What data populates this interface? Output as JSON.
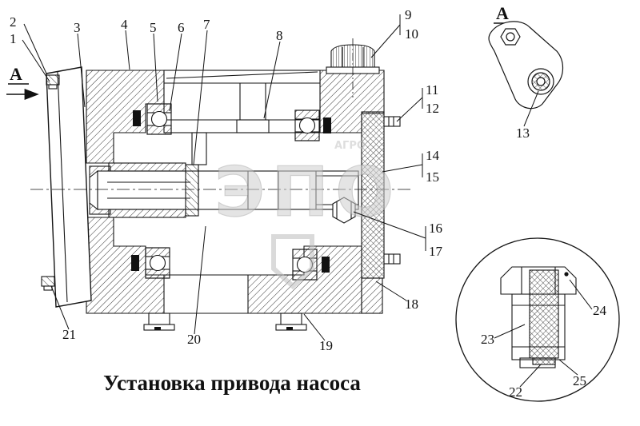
{
  "caption": "Установка привода насоса",
  "views": {
    "arrow_label": "А",
    "detail_label": "А"
  },
  "watermark": {
    "text": "ЭПО",
    "small_text": "АГРО"
  },
  "callouts": {
    "c1": "1",
    "c2": "2",
    "c3": "3",
    "c4": "4",
    "c5": "5",
    "c6": "6",
    "c7": "7",
    "c8": "8",
    "c9": "9",
    "c10": "10",
    "c11": "11",
    "c12": "12",
    "c13": "13",
    "c14": "14",
    "c15": "15",
    "c16": "16",
    "c17": "17",
    "c18": "18",
    "c19": "19",
    "c20": "20",
    "c21": "21",
    "c22": "22",
    "c23": "23",
    "c24": "24",
    "c25": "25"
  }
}
